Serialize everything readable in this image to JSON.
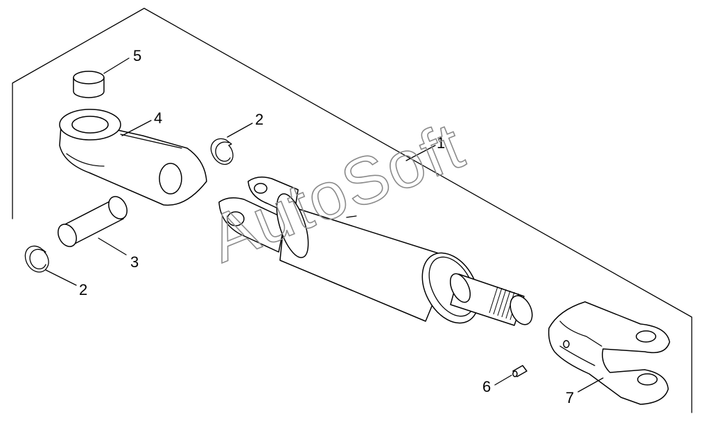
{
  "watermark": "AutoSoft",
  "callouts": [
    {
      "id": "callout-1",
      "label": "1"
    },
    {
      "id": "callout-2a",
      "label": "2"
    },
    {
      "id": "callout-2b",
      "label": "2"
    },
    {
      "id": "callout-3",
      "label": "3"
    },
    {
      "id": "callout-4",
      "label": "4"
    },
    {
      "id": "callout-5",
      "label": "5"
    },
    {
      "id": "callout-6",
      "label": "6"
    },
    {
      "id": "callout-7",
      "label": "7"
    }
  ],
  "colors": {
    "line": "#000000",
    "watermark": "#8a8a8a",
    "background": "#ffffff"
  }
}
